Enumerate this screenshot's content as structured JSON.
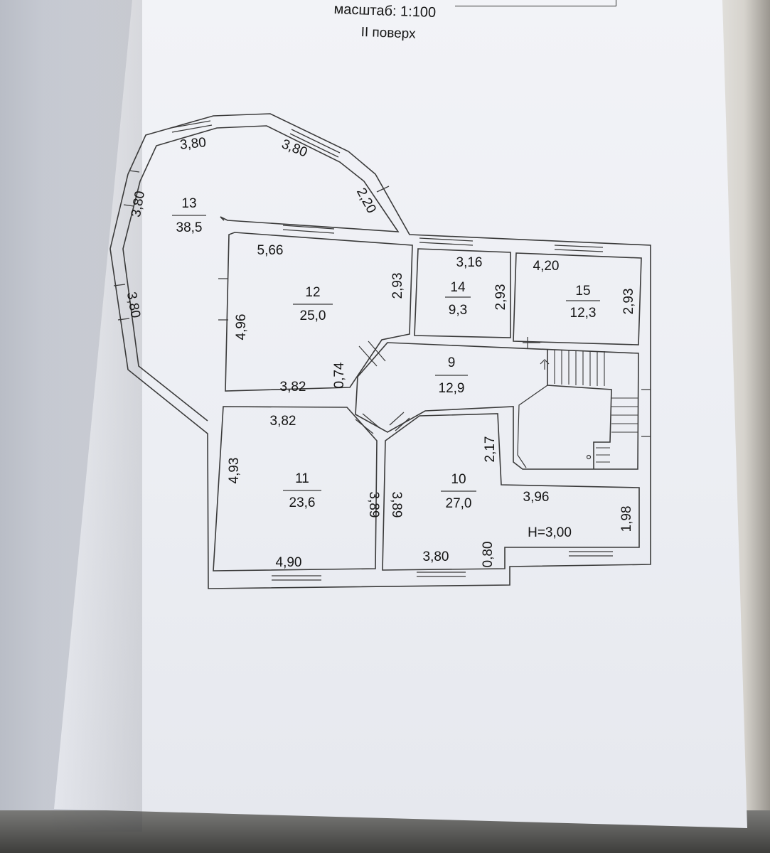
{
  "header": {
    "scale": "масштаб: 1:100",
    "floor": "II поверх"
  },
  "rooms": [
    {
      "id": "13",
      "area": "38,5"
    },
    {
      "id": "12",
      "area": "25,0"
    },
    {
      "id": "14",
      "area": "9,3"
    },
    {
      "id": "15",
      "area": "12,3"
    },
    {
      "id": "9",
      "area": "12,9"
    },
    {
      "id": "11",
      "area": "23,6"
    },
    {
      "id": "10",
      "area": "27,0"
    }
  ],
  "dims": {
    "r13_top_left": "3,80",
    "r13_top_right": "3,80",
    "r13_right": "2,20",
    "r13_left_upper": "3,80",
    "r13_left_lower": "3,80",
    "r12_top": "5,66",
    "r12_left": "4,96",
    "r12_right": "2,93",
    "r12_bottom": "3,82",
    "r12_notch": "0,74",
    "r14_top": "3,16",
    "r14_right": "2,93",
    "r15_top": "4,20",
    "r15_right": "2,93",
    "r11_top": "3,82",
    "r11_left": "4,93",
    "r11_right": "3,89",
    "r11_bottom": "4,90",
    "r10_left": "3,89",
    "r10_upper_right": "2,17",
    "r10_right_top": "3,96",
    "r10_right": "1,98",
    "r10_bottom": "3,80",
    "r10_notch": "0,80"
  },
  "height_note": "H=3,00"
}
